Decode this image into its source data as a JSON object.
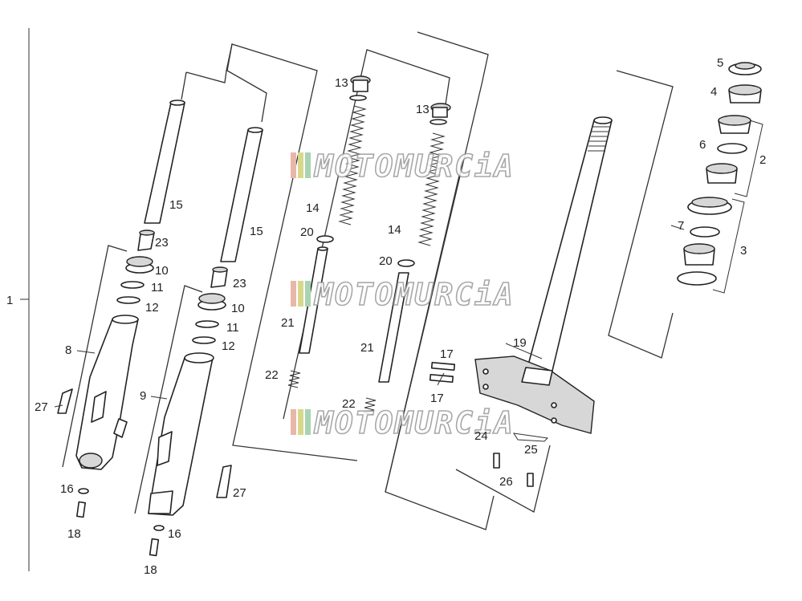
{
  "diagram": {
    "callouts": [
      {
        "id": "1",
        "text": "1"
      },
      {
        "id": "2",
        "text": "2"
      },
      {
        "id": "3",
        "text": "3"
      },
      {
        "id": "4",
        "text": "4"
      },
      {
        "id": "5",
        "text": "5"
      },
      {
        "id": "6",
        "text": "6"
      },
      {
        "id": "7",
        "text": "7"
      },
      {
        "id": "8",
        "text": "8"
      },
      {
        "id": "9",
        "text": "9"
      },
      {
        "id": "10a",
        "text": "10"
      },
      {
        "id": "10b",
        "text": "10"
      },
      {
        "id": "11a",
        "text": "11"
      },
      {
        "id": "11b",
        "text": "11"
      },
      {
        "id": "12a",
        "text": "12"
      },
      {
        "id": "12b",
        "text": "12"
      },
      {
        "id": "13a",
        "text": "13"
      },
      {
        "id": "13b",
        "text": "13"
      },
      {
        "id": "14a",
        "text": "14"
      },
      {
        "id": "14b",
        "text": "14"
      },
      {
        "id": "15a",
        "text": "15"
      },
      {
        "id": "15b",
        "text": "15"
      },
      {
        "id": "16a",
        "text": "16"
      },
      {
        "id": "16b",
        "text": "16"
      },
      {
        "id": "17a",
        "text": "17"
      },
      {
        "id": "17b",
        "text": "17"
      },
      {
        "id": "18a",
        "text": "18"
      },
      {
        "id": "18b",
        "text": "18"
      },
      {
        "id": "19",
        "text": "19"
      },
      {
        "id": "20a",
        "text": "20"
      },
      {
        "id": "20b",
        "text": "20"
      },
      {
        "id": "21a",
        "text": "21"
      },
      {
        "id": "21b",
        "text": "21"
      },
      {
        "id": "22a",
        "text": "22"
      },
      {
        "id": "22b",
        "text": "22"
      },
      {
        "id": "23a",
        "text": "23"
      },
      {
        "id": "23b",
        "text": "23"
      },
      {
        "id": "24",
        "text": "24"
      },
      {
        "id": "25",
        "text": "25"
      },
      {
        "id": "26",
        "text": "26"
      },
      {
        "id": "27a",
        "text": "27"
      },
      {
        "id": "27b",
        "text": "27"
      }
    ],
    "watermark": "MOTOMURCiA",
    "watermark_stripes": [
      "#e8b7a7",
      "#d6d98c",
      "#a9d3b1"
    ]
  }
}
